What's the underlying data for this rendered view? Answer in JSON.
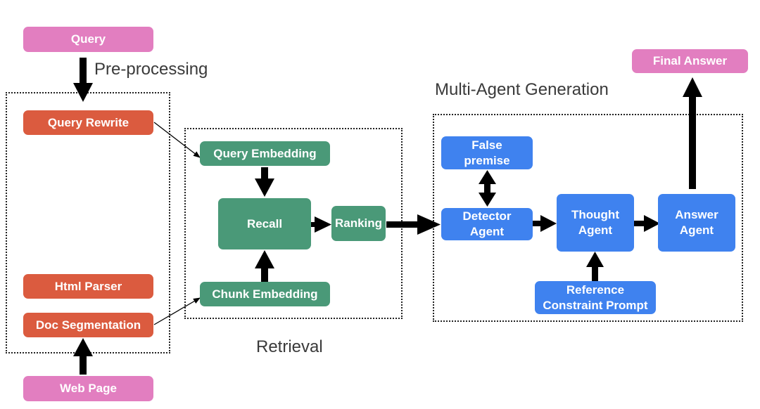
{
  "nodes": {
    "query": "Query",
    "final_answer": "Final Answer",
    "query_rewrite": "Query Rewrite",
    "html_parser": "Html Parser",
    "doc_segmentation": "Doc Segmentation",
    "web_page": "Web Page",
    "query_embedding": "Query Embedding",
    "recall": "Recall",
    "ranking": "Ranking",
    "chunk_embedding": "Chunk Embedding",
    "false_premise": [
      "False",
      "premise"
    ],
    "detector_agent": [
      "Detector",
      "Agent"
    ],
    "thought_agent": [
      "Thought",
      "Agent"
    ],
    "answer_agent": [
      "Answer",
      "Agent"
    ],
    "reference_prompt": [
      "Reference",
      "Constraint Prompt"
    ]
  },
  "group_labels": {
    "preprocessing": "Pre-processing",
    "retrieval": "Retrieval",
    "generation": "Multi-Agent Generation"
  },
  "colors": {
    "input_output": "#e27ec0",
    "preprocessing": "#db5b3f",
    "retrieval": "#4a9978",
    "generation": "#3f82ef"
  }
}
